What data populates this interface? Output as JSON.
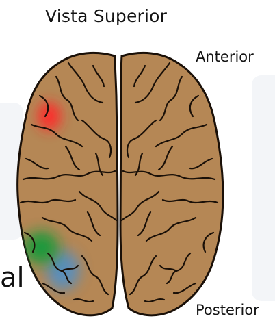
{
  "diagram": {
    "title": "Vista Superior",
    "label_anterior": "Anterior",
    "label_posterior": "Posterior",
    "cropped_left_text": "al"
  },
  "colors": {
    "brain_fill": "#b58755",
    "brain_outline": "#1a1008",
    "highlight_frontal": "#ff2a2a",
    "highlight_parietal": "#159a3a",
    "highlight_occipital": "#4f90c8",
    "background_shapes": "#f3f5f8"
  }
}
